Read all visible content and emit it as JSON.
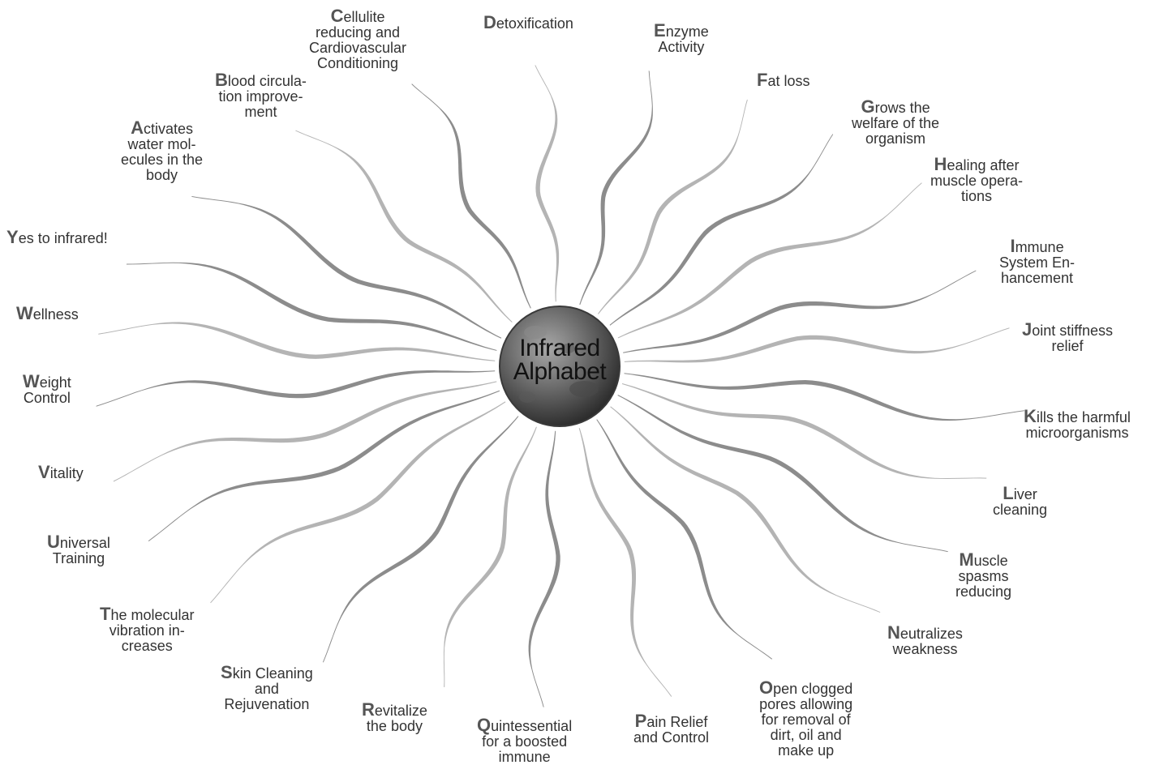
{
  "title_lines": [
    "Infrared",
    "Alphabet"
  ],
  "colors": {
    "ray": "#8c8c8c",
    "ray_light": "#b4b4b4",
    "text": "#333333",
    "initial": "#555555",
    "globe_dark": "#2f2f2f",
    "globe_light": "#9a9a9a"
  },
  "items": [
    {
      "letter": "A",
      "lines": [
        "ctivates",
        "water mol-",
        "ecules in the",
        "body"
      ]
    },
    {
      "letter": "B",
      "lines": [
        "lood circula-",
        "tion improve-",
        "ment"
      ]
    },
    {
      "letter": "C",
      "lines": [
        "ellulite",
        "reducing and",
        "Cardiovascular",
        "Conditioning"
      ]
    },
    {
      "letter": "D",
      "lines": [
        "etoxification"
      ]
    },
    {
      "letter": "E",
      "lines": [
        "nzyme",
        "Activity"
      ]
    },
    {
      "letter": "F",
      "lines": [
        "at loss"
      ]
    },
    {
      "letter": "G",
      "lines": [
        "rows the",
        "welfare of the",
        "organism"
      ]
    },
    {
      "letter": "H",
      "lines": [
        "ealing after",
        "muscle opera-",
        "tions"
      ]
    },
    {
      "letter": "I",
      "lines": [
        "mmune",
        "System En-",
        "hancement"
      ]
    },
    {
      "letter": "J",
      "lines": [
        "oint stiffness",
        "relief"
      ]
    },
    {
      "letter": "K",
      "lines": [
        "ills the harmful",
        "microorganisms"
      ]
    },
    {
      "letter": "L",
      "lines": [
        "iver",
        "cleaning"
      ]
    },
    {
      "letter": "M",
      "lines": [
        "uscle",
        "spasms",
        "reducing"
      ]
    },
    {
      "letter": "N",
      "lines": [
        "eutralizes",
        "weakness"
      ]
    },
    {
      "letter": "O",
      "lines": [
        "pen clogged",
        "pores allowing",
        "for removal of",
        "dirt, oil and",
        "make up"
      ]
    },
    {
      "letter": "P",
      "lines": [
        "ain Relief",
        "and Control"
      ]
    },
    {
      "letter": "Q",
      "lines": [
        "uintessential",
        "for a boosted",
        "immune"
      ]
    },
    {
      "letter": "R",
      "lines": [
        "evitalize",
        "the body"
      ]
    },
    {
      "letter": "S",
      "lines": [
        "kin Cleaning",
        "and",
        "Rejuvenation"
      ]
    },
    {
      "letter": "T",
      "lines": [
        "he molecular",
        "vibration in-",
        "creases"
      ]
    },
    {
      "letter": "U",
      "lines": [
        "niversal",
        "Training"
      ]
    },
    {
      "letter": "V",
      "lines": [
        "itality"
      ]
    },
    {
      "letter": "W",
      "lines": [
        "eight",
        "Control"
      ]
    },
    {
      "letter": "W",
      "lines": [
        "ellness"
      ]
    },
    {
      "letter": "Y",
      "lines": [
        "es to infrared!"
      ]
    }
  ]
}
